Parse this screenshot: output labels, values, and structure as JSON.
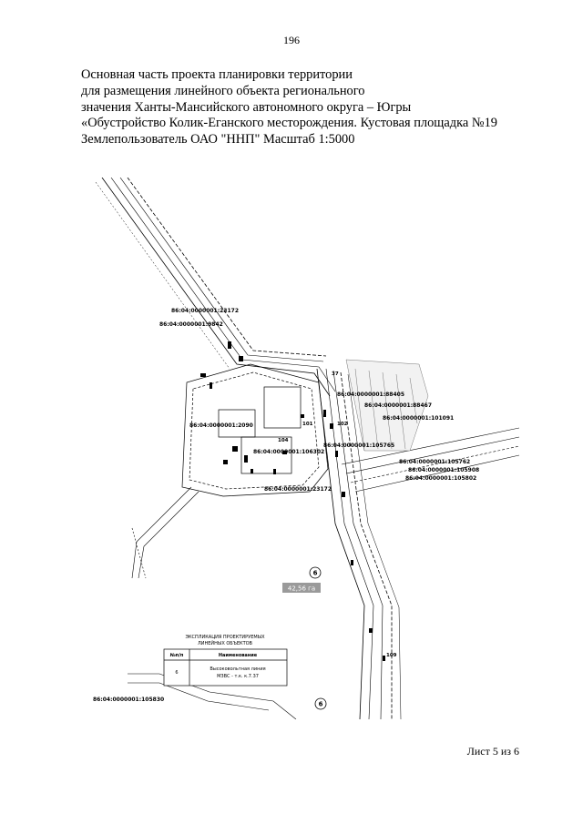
{
  "page_number": "196",
  "title_lines": [
    "Основная часть проекта планировки территории",
    "для размещения линейного объекта регионального",
    "значения Ханты-Мансийского автономного округа – Югры",
    "«Обустройство Колик-Еганского месторождения. Кустовая площадка №19",
    "Землепользователь ОАО \"ННП\" Масштаб 1:5000"
  ],
  "map": {
    "parcels": [
      "86:04:0000001:23172",
      "86:04:0000001:9842",
      "86:04:0000001:88405",
      "86:04:0000001:88467",
      "86:04:0000001:101091",
      "86:04:0000001:2090",
      "86:04:0000001:105765",
      "86:04:0000001:106302",
      "86:04:0000001:105762",
      "86:04:0000001:105908",
      "86:04:0000001:105802",
      "86:04:0000001:23172",
      "86:04:0000001:105830"
    ],
    "markers": [
      "6",
      "6"
    ],
    "area_label": "42,56 га",
    "small_labels": [
      "104",
      "102",
      "101",
      "37",
      "109"
    ],
    "legend": {
      "title_line1": "ЭКСПЛИКАЦИЯ ПРОЕКТИРУЕМЫХ",
      "title_line2": "ЛИНЕЙНЫХ ОБЪЕКТОВ",
      "col_num": "№п/п",
      "col_name": "Наименование",
      "rows": [
        {
          "num": "6",
          "name_line1": "Высоковольтная линия",
          "name_line2": "МЗВС - т.к. к.7.37"
        }
      ]
    }
  },
  "sheet_label": "Лист 5 из 6"
}
